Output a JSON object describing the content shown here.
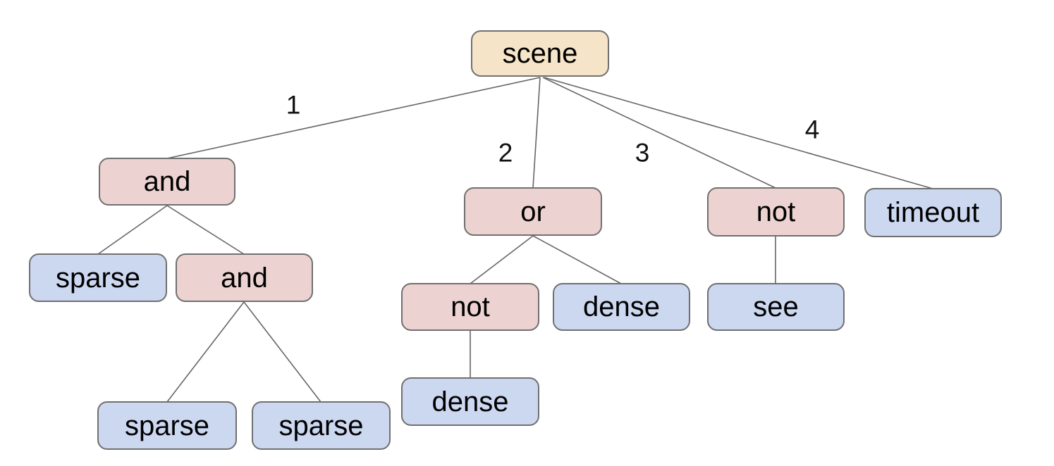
{
  "diagram": {
    "type": "tree",
    "background": "#ffffff",
    "colors": {
      "root_fill": "#f5e4c7",
      "operator_fill": "#ecd2d0",
      "leaf_fill": "#ccd7f0",
      "border": "#707070",
      "edge_line": "#666666",
      "text": "#000000"
    }
  },
  "nodes": [
    {
      "id": "scene",
      "label": "scene",
      "kind": "root",
      "parent": null
    },
    {
      "id": "and-1",
      "label": "and",
      "kind": "operator",
      "parent": "scene",
      "edge_label": "1"
    },
    {
      "id": "or-2",
      "label": "or",
      "kind": "operator",
      "parent": "scene",
      "edge_label": "2"
    },
    {
      "id": "not-3",
      "label": "not",
      "kind": "operator",
      "parent": "scene",
      "edge_label": "3"
    },
    {
      "id": "timeout-4",
      "label": "timeout",
      "kind": "leaf",
      "parent": "scene",
      "edge_label": "4"
    },
    {
      "id": "sparse-left",
      "label": "sparse",
      "kind": "leaf",
      "parent": "and-1"
    },
    {
      "id": "and-inner",
      "label": "and",
      "kind": "operator",
      "parent": "and-1"
    },
    {
      "id": "sparse-inner-left",
      "label": "sparse",
      "kind": "leaf",
      "parent": "and-inner"
    },
    {
      "id": "sparse-inner-right",
      "label": "sparse",
      "kind": "leaf",
      "parent": "and-inner"
    },
    {
      "id": "not-under-or",
      "label": "not",
      "kind": "operator",
      "parent": "or-2"
    },
    {
      "id": "dense-under-or",
      "label": "dense",
      "kind": "leaf",
      "parent": "or-2"
    },
    {
      "id": "dense-under-not",
      "label": "dense",
      "kind": "leaf",
      "parent": "not-under-or"
    },
    {
      "id": "see",
      "label": "see",
      "kind": "leaf",
      "parent": "not-3"
    }
  ]
}
